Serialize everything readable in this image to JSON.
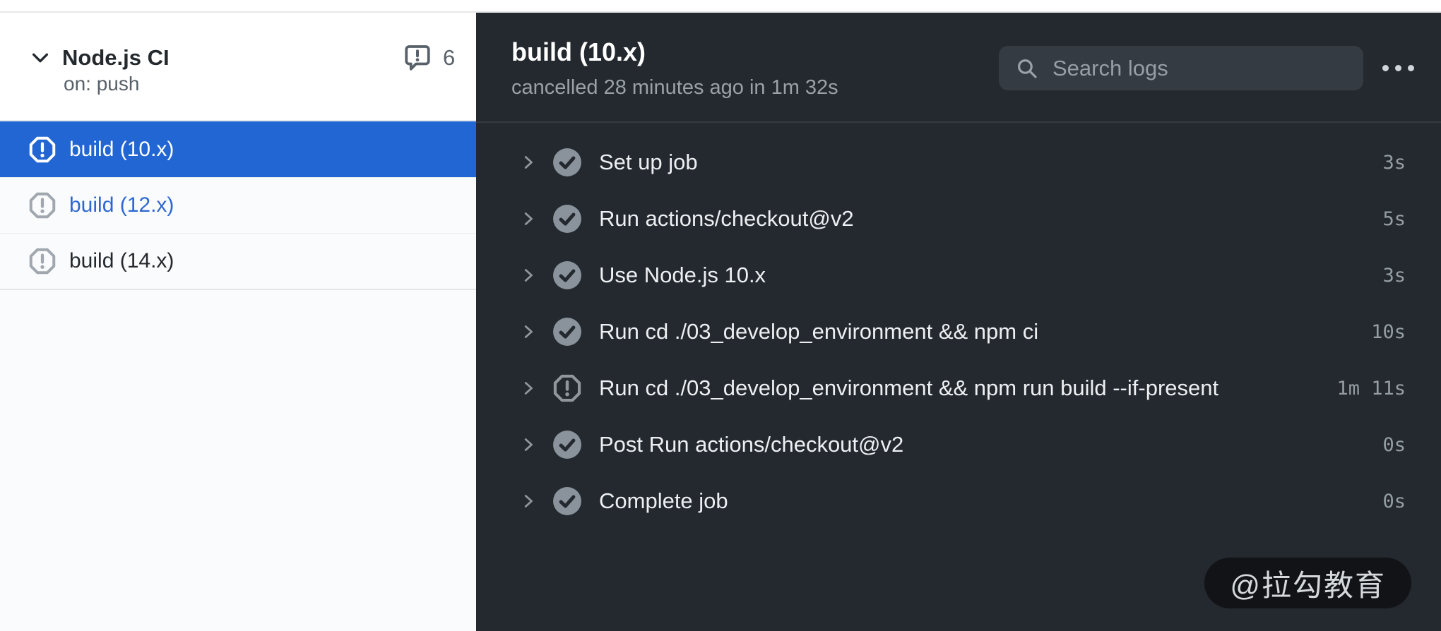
{
  "workflow": {
    "name": "Node.js CI",
    "trigger": "on: push",
    "annotation_count": "6"
  },
  "jobs": [
    {
      "label": "build (10.x)",
      "status": "cancelled",
      "state": "selected"
    },
    {
      "label": "build (12.x)",
      "status": "cancelled",
      "state": "link"
    },
    {
      "label": "build (14.x)",
      "status": "cancelled",
      "state": "default"
    }
  ],
  "run": {
    "title": "build (10.x)",
    "status_line": "cancelled 28 minutes ago in 1m 32s"
  },
  "search": {
    "placeholder": "Search logs"
  },
  "steps": [
    {
      "name": "Set up job",
      "duration": "3s",
      "status": "success"
    },
    {
      "name": "Run actions/checkout@v2",
      "duration": "5s",
      "status": "success"
    },
    {
      "name": "Use Node.js 10.x",
      "duration": "3s",
      "status": "success"
    },
    {
      "name": "Run cd ./03_develop_environment && npm ci",
      "duration": "10s",
      "status": "success"
    },
    {
      "name": "Run cd ./03_develop_environment && npm run build --if-present",
      "duration": "1m 11s",
      "status": "cancelled"
    },
    {
      "name": "Post Run actions/checkout@v2",
      "duration": "0s",
      "status": "success"
    },
    {
      "name": "Complete job",
      "duration": "0s",
      "status": "success"
    }
  ],
  "watermark": {
    "text": "@拉勾教育"
  },
  "colors": {
    "accent_blue": "#2166d2",
    "link_blue": "#2d67d3",
    "panel_bg": "#24292f",
    "sidebar_bg": "#fafbfc",
    "success_gray": "#8a939b",
    "muted_text": "#959da5"
  }
}
